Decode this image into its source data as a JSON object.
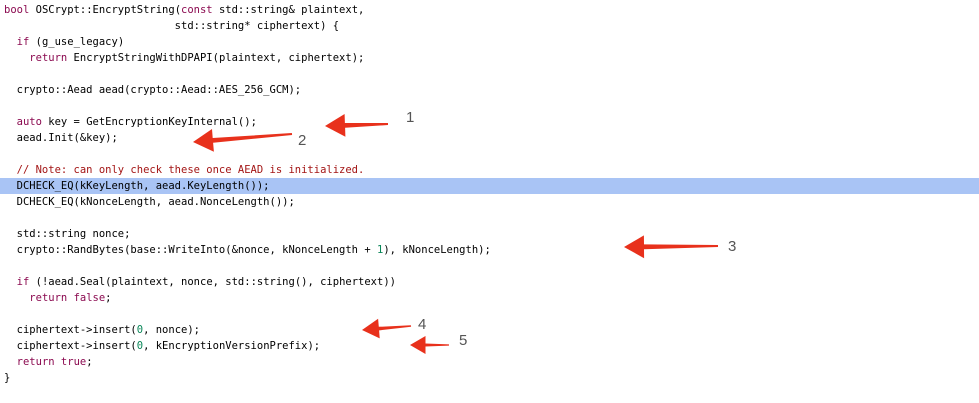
{
  "code_lines": [
    {
      "segs": [
        {
          "t": "bool",
          "c": "kw"
        },
        {
          "t": " OSCrypt::EncryptString("
        },
        {
          "t": "const",
          "c": "kw"
        },
        {
          "t": " std::string& plaintext,"
        }
      ]
    },
    {
      "segs": [
        {
          "t": "                           std::string* ciphertext) {"
        }
      ]
    },
    {
      "segs": [
        {
          "t": "  "
        },
        {
          "t": "if",
          "c": "kw"
        },
        {
          "t": " (g_use_legacy)"
        }
      ]
    },
    {
      "segs": [
        {
          "t": "    "
        },
        {
          "t": "return",
          "c": "kw"
        },
        {
          "t": " EncryptStringWithDPAPI(plaintext, ciphertext);"
        }
      ]
    },
    {
      "segs": [
        {
          "t": ""
        }
      ]
    },
    {
      "segs": [
        {
          "t": "  crypto::Aead aead(crypto::Aead::AES_256_GCM);"
        }
      ]
    },
    {
      "segs": [
        {
          "t": ""
        }
      ]
    },
    {
      "segs": [
        {
          "t": "  "
        },
        {
          "t": "auto",
          "c": "kw"
        },
        {
          "t": " key = GetEncryptionKeyInternal();"
        }
      ]
    },
    {
      "segs": [
        {
          "t": "  aead.Init(&key);"
        }
      ]
    },
    {
      "segs": [
        {
          "t": ""
        }
      ]
    },
    {
      "segs": [
        {
          "t": "  // Note: can only check these once AEAD is initialized.",
          "c": "cmt"
        }
      ]
    },
    {
      "segs": [
        {
          "t": "  DCHECK_EQ(kKeyLength, aead.KeyLength());"
        }
      ],
      "highlight": true
    },
    {
      "segs": [
        {
          "t": "  DCHECK_EQ(kNonceLength, aead.NonceLength());"
        }
      ]
    },
    {
      "segs": [
        {
          "t": ""
        }
      ]
    },
    {
      "segs": [
        {
          "t": "  std::string nonce;"
        }
      ]
    },
    {
      "segs": [
        {
          "t": "  crypto::RandBytes(base::WriteInto(&nonce, kNonceLength + "
        },
        {
          "t": "1",
          "c": "num"
        },
        {
          "t": "), kNonceLength);"
        }
      ]
    },
    {
      "segs": [
        {
          "t": ""
        }
      ]
    },
    {
      "segs": [
        {
          "t": "  "
        },
        {
          "t": "if",
          "c": "kw"
        },
        {
          "t": " (!aead.Seal(plaintext, nonce, std::string(), ciphertext))"
        }
      ]
    },
    {
      "segs": [
        {
          "t": "    "
        },
        {
          "t": "return",
          "c": "kw"
        },
        {
          "t": " "
        },
        {
          "t": "false",
          "c": "kw"
        },
        {
          "t": ";"
        }
      ]
    },
    {
      "segs": [
        {
          "t": ""
        }
      ]
    },
    {
      "segs": [
        {
          "t": "  ciphertext->insert("
        },
        {
          "t": "0",
          "c": "num"
        },
        {
          "t": ", nonce);"
        }
      ]
    },
    {
      "segs": [
        {
          "t": "  ciphertext->insert("
        },
        {
          "t": "0",
          "c": "num"
        },
        {
          "t": ", kEncryptionVersionPrefix);"
        }
      ]
    },
    {
      "segs": [
        {
          "t": "  "
        },
        {
          "t": "return",
          "c": "kw"
        },
        {
          "t": " "
        },
        {
          "t": "true",
          "c": "kw"
        },
        {
          "t": ";"
        }
      ]
    },
    {
      "segs": [
        {
          "t": "}"
        }
      ]
    }
  ],
  "annotations": [
    {
      "label": "1"
    },
    {
      "label": "2"
    },
    {
      "label": "3"
    },
    {
      "label": "4"
    },
    {
      "label": "5"
    }
  ],
  "colors": {
    "keyword": "#8b0a50",
    "comment": "#a31515",
    "number": "#098658",
    "highlight": "#a9c4f5",
    "arrow": "#e8311c"
  }
}
